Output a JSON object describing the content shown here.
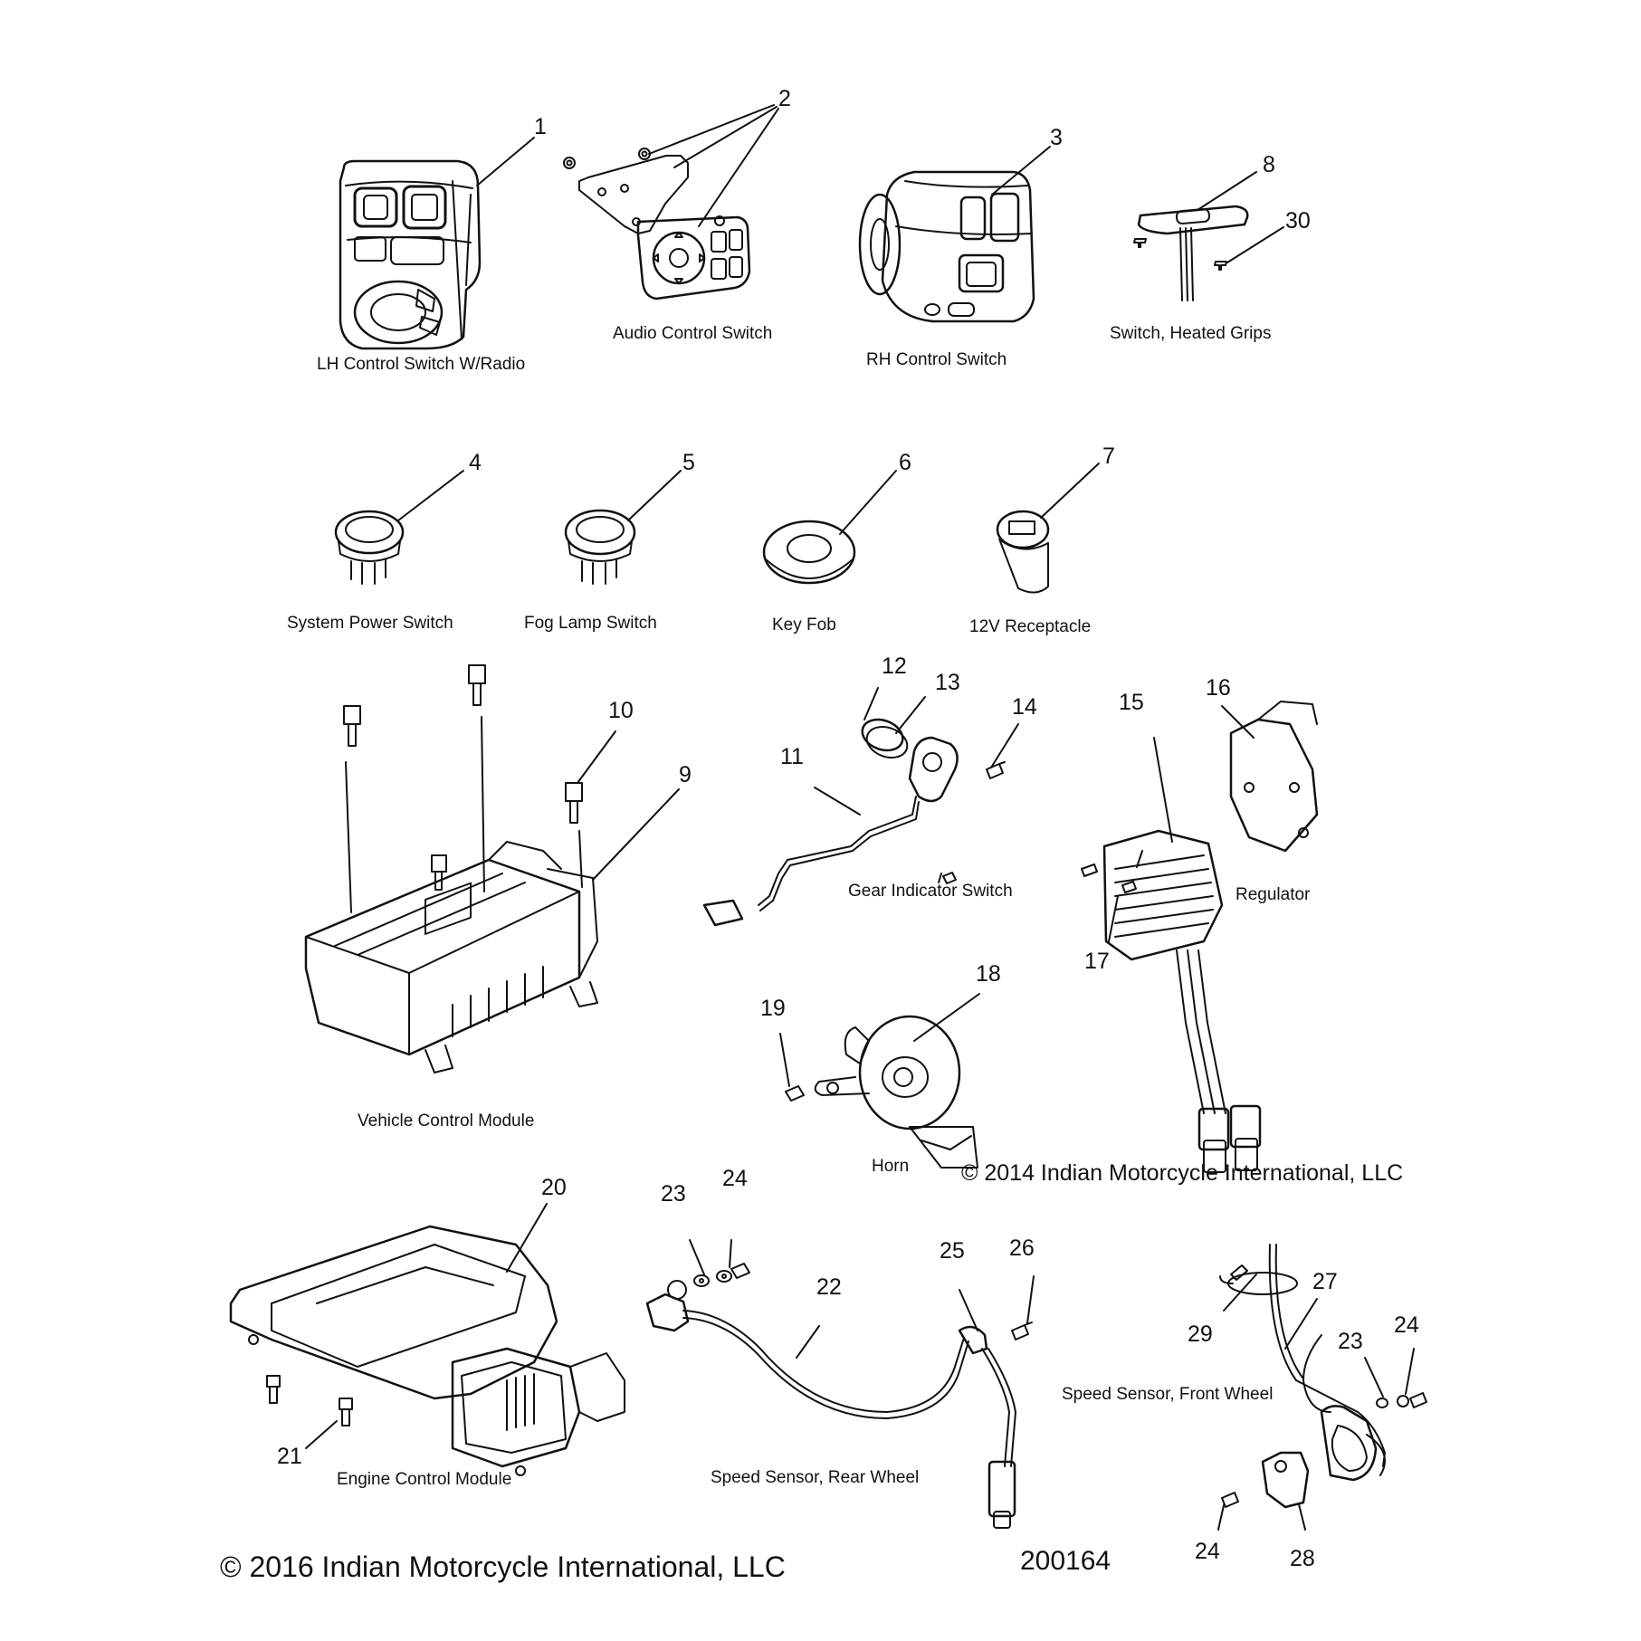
{
  "captions": {
    "lh_control": "LH Control Switch W/Radio",
    "audio_control": "Audio Control Switch",
    "rh_control": "RH Control Switch",
    "heated_grips": "Switch, Heated Grips",
    "system_power": "System Power Switch",
    "fog_lamp": "Fog Lamp Switch",
    "key_fob": "Key Fob",
    "receptacle": "12V Receptacle",
    "gear_indicator": "Gear Indicator Switch",
    "regulator": "Regulator",
    "vcm": "Vehicle Control Module",
    "horn": "Horn",
    "ecm": "Engine Control Module",
    "speed_rear": "Speed Sensor, Rear Wheel",
    "speed_front": "Speed Sensor, Front Wheel"
  },
  "callouts": {
    "c1": "1",
    "c2": "2",
    "c3": "3",
    "c4": "4",
    "c5": "5",
    "c6": "6",
    "c7": "7",
    "c8": "8",
    "c9": "9",
    "c10": "10",
    "c11": "11",
    "c12": "12",
    "c13": "13",
    "c14": "14",
    "c15": "15",
    "c16": "16",
    "c17": "17",
    "c18": "18",
    "c19": "19",
    "c20": "20",
    "c21": "21",
    "c22": "22",
    "c23a": "23",
    "c24a": "24",
    "c25": "25",
    "c26": "26",
    "c27": "27",
    "c28": "28",
    "c29": "29",
    "c23b": "23",
    "c24b": "24",
    "c24c": "24",
    "c30": "30"
  },
  "copyright_2014": "© 2014 Indian Motorcycle International, LLC",
  "copyright_2016": "© 2016 Indian Motorcycle International, LLC",
  "document_id": "200164"
}
